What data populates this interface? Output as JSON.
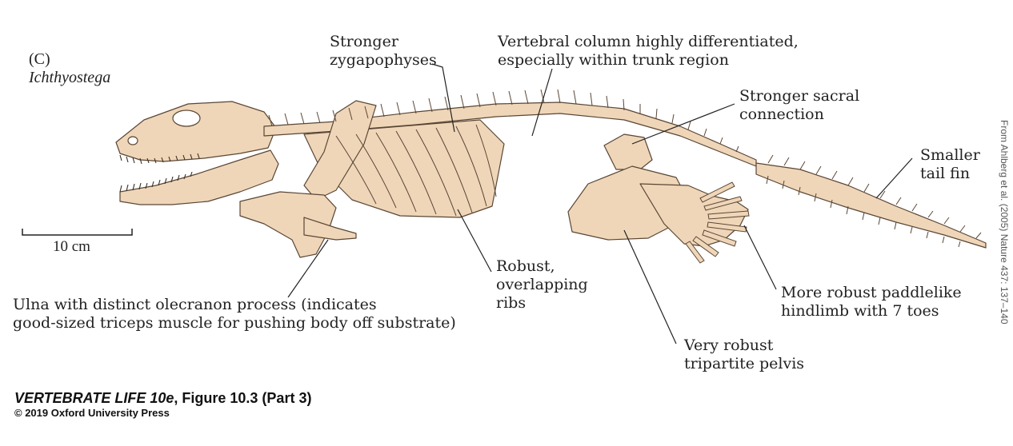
{
  "figure": {
    "panel_letter": "(C)",
    "taxon": "Ichthyostega",
    "scale_bar": "10 cm",
    "colors": {
      "bone": "#efd6b8",
      "bone_outline": "#5a4636",
      "leader": "#222222",
      "text": "#222222"
    }
  },
  "labels": {
    "zygapophyses": "Stronger\nzygapophyses",
    "vertebral": "Vertebral column highly differentiated,\nespecially within trunk region",
    "sacral": "Stronger sacral\nconnection",
    "tail": "Smaller\ntail fin",
    "ribs": "Robust,\noverlapping\nribs",
    "ulna": "Ulna with distinct olecranon process (indicates\ngood-sized triceps muscle for pushing body off substrate)",
    "hindlimb": "More robust paddlelike\nhindlimb with 7 toes",
    "pelvis": "Very robust\ntripartite pelvis"
  },
  "credit": {
    "book": "VERTEBRATE LIFE 10e",
    "figure_ref": ", Figure 10.3 (Part 3)",
    "copyright": "© 2019 Oxford University Press",
    "side_note": "From Ahlberg et al. (2005) Nature 437: 137–140"
  }
}
